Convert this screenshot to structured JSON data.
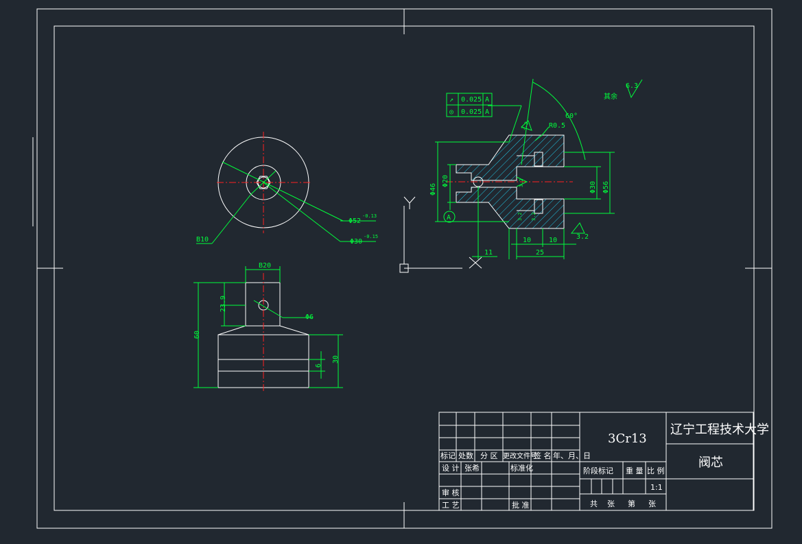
{
  "roughness": {
    "rest_label": "其余",
    "rest_value": "6.3",
    "face1": "3.2",
    "face2": "3.2",
    "face3": "3.2",
    "face4": "3.2",
    "face5": "3.2"
  },
  "tolerance": {
    "row1": {
      "symbol": "↗",
      "value": "0.025",
      "datum": "A"
    },
    "row2": {
      "symbol": "◎",
      "value": "0.025",
      "datum": "A"
    },
    "datum_label": "A"
  },
  "angle": "60°",
  "radius": "R0.5",
  "front_dims": {
    "d1": "Φ46",
    "d2": "Φ20",
    "d3": "Φ30",
    "d4": "Φ56",
    "len11": "11",
    "len10a": "10",
    "len10b": "10",
    "len25": "25"
  },
  "circle_dims": {
    "b10": "B10",
    "phi52": "Φ52",
    "phi30": "Φ30",
    "tol_a": "-0.13",
    "tol_b": "-0.15"
  },
  "bottom_dims": {
    "b20": "B20",
    "h23": "23.9",
    "h60": "60",
    "phi6": "Φ6",
    "h30": "30",
    "h6": "6"
  },
  "ucs": {
    "y": "Y",
    "x": "X"
  },
  "title_block": {
    "material": "3Cr13",
    "school": "辽宁工程技术大学",
    "part": "阀芯",
    "headers": [
      "标记",
      "处数",
      "分 区",
      "更改文件号",
      "签 名",
      "年、月、日"
    ],
    "design": "设 计",
    "designer": "张希",
    "standard": "标准化",
    "review": "审 核",
    "process": "工 艺",
    "approve": "批 准",
    "stage_mark": "阶段标记",
    "weight": "重 量",
    "scale_label": "比 例",
    "scale": "1:1",
    "sheets_total": "共",
    "sheets_unit1": "张",
    "sheet_no": "第",
    "sheets_unit2": "张"
  }
}
